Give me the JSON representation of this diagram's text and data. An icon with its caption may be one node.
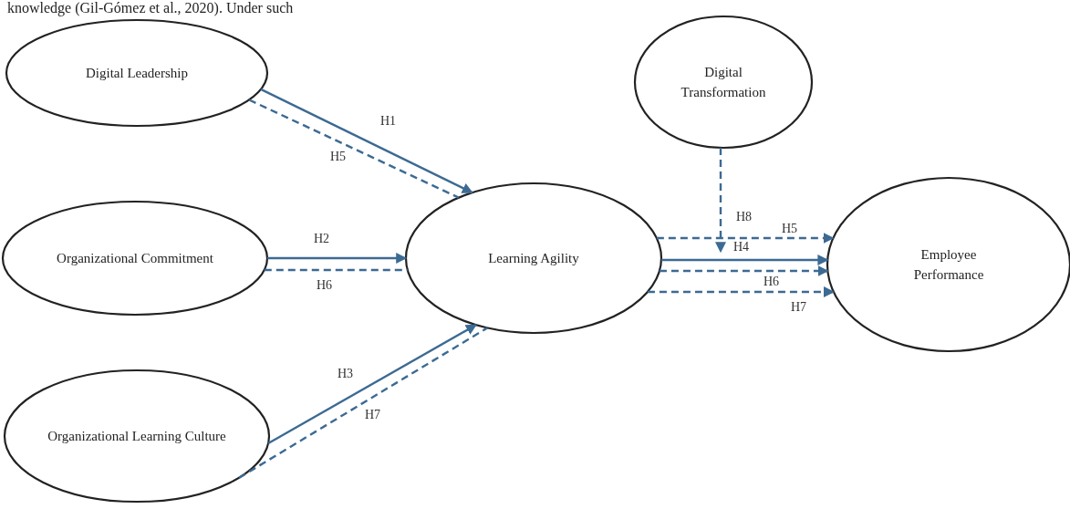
{
  "diagram": {
    "nodes": [
      {
        "text": [
          "Digital Leadership"
        ]
      },
      {
        "text": [
          "Digital Transformation"
        ]
      },
      {
        "text": [
          "Organizational Commitment"
        ]
      },
      {
        "text": [
          "Learning Agility"
        ]
      },
      {
        "text": [
          "Employee Performance"
        ]
      },
      {
        "text": [
          "Organizational Learning Culture"
        ]
      }
    ],
    "edges": [
      {
        "from": 0,
        "to": 3,
        "arrow": "to",
        "label": "H1"
      },
      {
        "from": 0,
        "to": 3,
        "arrow": "none",
        "label": "H5",
        "style": "dashed"
      },
      {
        "from": 2,
        "to": 3,
        "arrow": "to",
        "label": "H2"
      },
      {
        "from": 2,
        "to": 3,
        "arrow": "none",
        "label": "H6",
        "style": "dashed"
      },
      {
        "from": 5,
        "to": 3,
        "arrow": "to",
        "label": "H3"
      },
      {
        "from": 5,
        "to": 3,
        "arrow": "none",
        "label": "H7",
        "style": "dashed"
      },
      {
        "from": 1,
        "to": null,
        "arrow": "to",
        "label": "H8",
        "style": "dashed"
      },
      {
        "from": 3,
        "to": 4,
        "arrow": "to",
        "label": "H5",
        "style": "dashed"
      },
      {
        "from": 3,
        "to": 4,
        "arrow": "to",
        "label": "H4"
      },
      {
        "from": 3,
        "to": 4,
        "arrow": "to",
        "label": "H6",
        "style": "dashed"
      },
      {
        "from": 3,
        "to": 4,
        "arrow": "to",
        "label": "H7",
        "style": "dashed"
      }
    ],
    "labels": [
      "knowledge (Gil-Gómez et al., 2020). Under such"
    ]
  }
}
